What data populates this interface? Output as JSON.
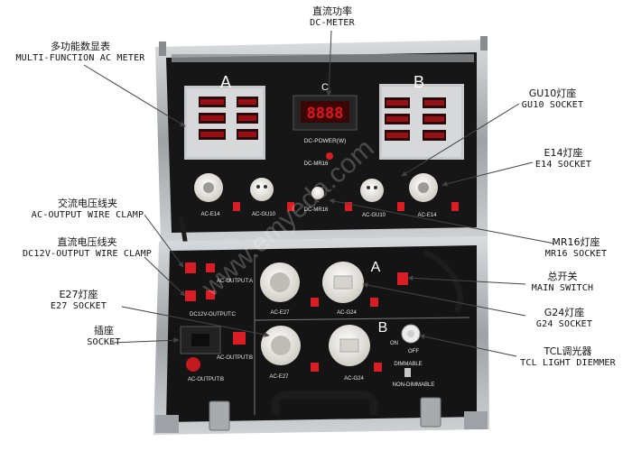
{
  "callouts": {
    "dc_meter": {
      "cn": "直流功率",
      "en": "DC-METER"
    },
    "multi_meter": {
      "cn": "多功能数显表",
      "en": "MULTI-FUNCTION AC METER"
    },
    "gu10_socket": {
      "cn": "GU10灯座",
      "en": "GU10 SOCKET"
    },
    "e14_socket": {
      "cn": "E14灯座",
      "en": "E14 SOCKET"
    },
    "ac_clamp": {
      "cn": "交流电压线夹",
      "en": "AC-OUTPUT WIRE CLAMP"
    },
    "dc_clamp": {
      "cn": "直流电压线夹",
      "en": "DC12V-OUTPUT WIRE CLAMP"
    },
    "mr16_socket": {
      "cn": "MR16灯座",
      "en": "MR16 SOCKET"
    },
    "main_switch": {
      "cn": "总开关",
      "en": "MAIN SWITCH"
    },
    "e27_socket": {
      "cn": "E27灯座",
      "en": "E27 SOCKET"
    },
    "g24_socket": {
      "cn": "G24灯座",
      "en": "G24 SOCKET"
    },
    "outlet": {
      "cn": "插座",
      "en": "SOCKET"
    },
    "dimmer": {
      "cn": "TCL调光器",
      "en": "TCL LIGHT DIEMMER"
    }
  },
  "panel": {
    "section_a": "A",
    "section_b": "B",
    "section_c": "C",
    "meter_digits": "8888",
    "dc_power": "DC-POWER(W)",
    "dc_mr16": "DC-MR16",
    "dc_mr16_b": "DC-MR16",
    "ac_e14_left": "AC-E14",
    "ac_gu10_left": "AC-GU10",
    "ac_gu10_right": "AC-GU10",
    "ac_e14_right": "AC-E14",
    "lower_a": "A",
    "lower_b": "B",
    "ac_e27_top": "AC-E27",
    "ac_g24_top": "AC-G24",
    "ac_e27_bottom": "AC-E27",
    "ac_g24_bottom": "AC-G24",
    "output_a": "AC-OUTPUT:A",
    "dc12v_output": "DC12V-OUTPUT:C",
    "output_b": "AC-OUTPUT:B",
    "on": "ON",
    "off": "OFF",
    "dimmable": "DIMMABLE",
    "non_dimmable": "NON-DIMMABLE",
    "watermark": "www.emyeda.com"
  },
  "colors": {
    "case_black": "#141414",
    "aluminum": "#b9bcc0",
    "meter_red": "#e0141c",
    "switch_red": "#d81e24",
    "socket_white": "#ecebe4"
  }
}
